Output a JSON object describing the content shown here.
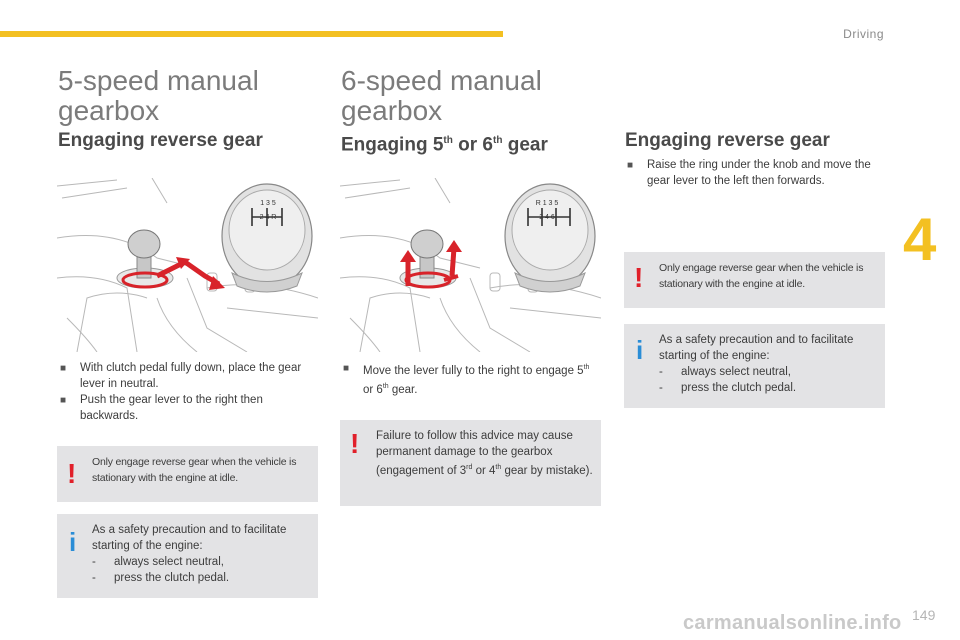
{
  "header": {
    "section": "Driving",
    "chapter": "4",
    "page": "149"
  },
  "watermark": "carmanualsonline.info",
  "col1": {
    "title_line1": "5-speed manual",
    "title_line2": "gearbox",
    "subtitle": "Engaging reverse gear",
    "knob_label_top": "1 3 5",
    "knob_label_bottom": "2 4 R",
    "bullets": [
      {
        "symbol": "■",
        "text": "With clutch pedal fully down, place the gear lever in neutral."
      },
      {
        "symbol": "■",
        "text": "Push the gear lever to the right then backwards."
      }
    ],
    "warning": "Only engage reverse gear when the vehicle is stationary with the engine at idle.",
    "info": {
      "intro": "As a safety precaution and to facilitate starting of the engine:",
      "items": [
        "always select neutral,",
        "press the clutch pedal."
      ]
    }
  },
  "col2": {
    "title_line1": "6-speed manual",
    "title_line2": "gearbox",
    "subtitle_prefix": "Engaging 5",
    "subtitle_sup1": "th",
    "subtitle_mid": " or 6",
    "subtitle_sup2": "th",
    "subtitle_suffix": " gear",
    "knob_label_top": "R 1 3 5",
    "knob_label_bottom": "2 4 6",
    "bullet_text_a": "Move the lever fully to the right to engage 5",
    "bullet_sup_a": "th",
    "bullet_text_b": " or 6",
    "bullet_sup_b": "th",
    "bullet_text_c": " gear.",
    "warning_a": "Failure to follow this advice may cause permanent damage to the gearbox (engagement of 3",
    "warning_sup_a": "rd",
    "warning_b": " or 4",
    "warning_sup_b": "th",
    "warning_c": " gear by mistake)."
  },
  "col3": {
    "subtitle": "Engaging reverse gear",
    "bullets": [
      {
        "symbol": "■",
        "text": "Raise the ring under the knob and move the gear lever to the left then forwards."
      }
    ],
    "warning": "Only engage reverse gear when the vehicle is stationary with the engine at idle.",
    "info": {
      "intro": "As a safety precaution and to facilitate starting of the engine:",
      "items": [
        "always select neutral,",
        "press the clutch pedal."
      ]
    }
  },
  "colors": {
    "accent_yellow": "#f3c022",
    "warning_red": "#e1202a",
    "info_blue": "#2a8dd6",
    "note_bg": "#e3e3e5"
  }
}
